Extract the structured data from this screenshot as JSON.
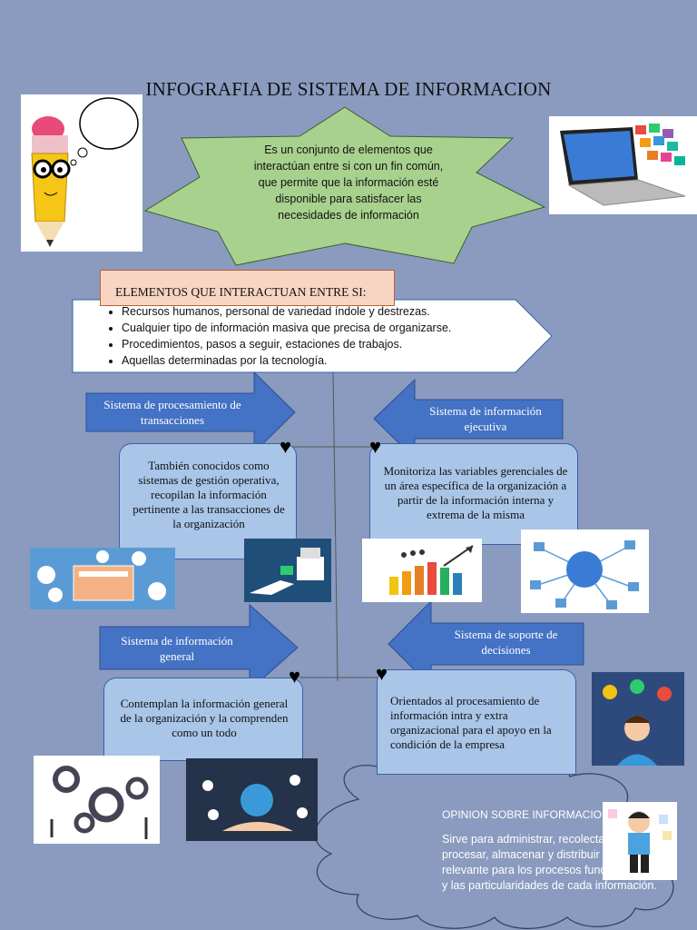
{
  "title": "INFOGRAFIA DE SISTEMA DE INFORMACION",
  "definition": "Es un conjunto de elementos que interactúan entre si con un fin común, que permite que la información esté disponible para satisfacer las necesidades de información",
  "elements": {
    "heading": "ELEMENTOS QUE INTERACTUAN ENTRE SI:",
    "items": [
      "Recursos humanos, personal de variedad índole y destrezas.",
      "Cualquier tipo de información masiva que precisa de organizarse.",
      "Procedimientos, pasos a seguir, estaciones de trabajos.",
      "Aquellas determinadas por la tecnología."
    ]
  },
  "systems": [
    {
      "label": "Sistema de procesamiento de transacciones",
      "text": "También conocidos como sistemas de gestión operativa, recopilan la información pertinente a las transacciones de la organización"
    },
    {
      "label": "Sistema de información ejecutiva",
      "text": "Monitoriza las variables gerenciales de un área específica de la organización a partir de la información interna y extrema de la misma"
    },
    {
      "label": "Sistema de información general",
      "text": "Contemplan la información general de la organización y la comprenden como un todo"
    },
    {
      "label": "Sistema de soporte de decisiones",
      "text": "Orientados al procesamiento de información intra y extra organizacional para el apoyo en la condición de la empresa"
    }
  ],
  "opinion": {
    "title": "OPINION SOBRE INFORMACION",
    "text": "Sirve para administrar, recolectar, procesar, almacenar y distribuir lo relevante para los procesos fundamentales y las particularidades de cada información."
  },
  "colors": {
    "background": "#8a9bbf",
    "arrow": "#4472c4",
    "box": "#a9c5e8",
    "star": "#a9d18e"
  }
}
